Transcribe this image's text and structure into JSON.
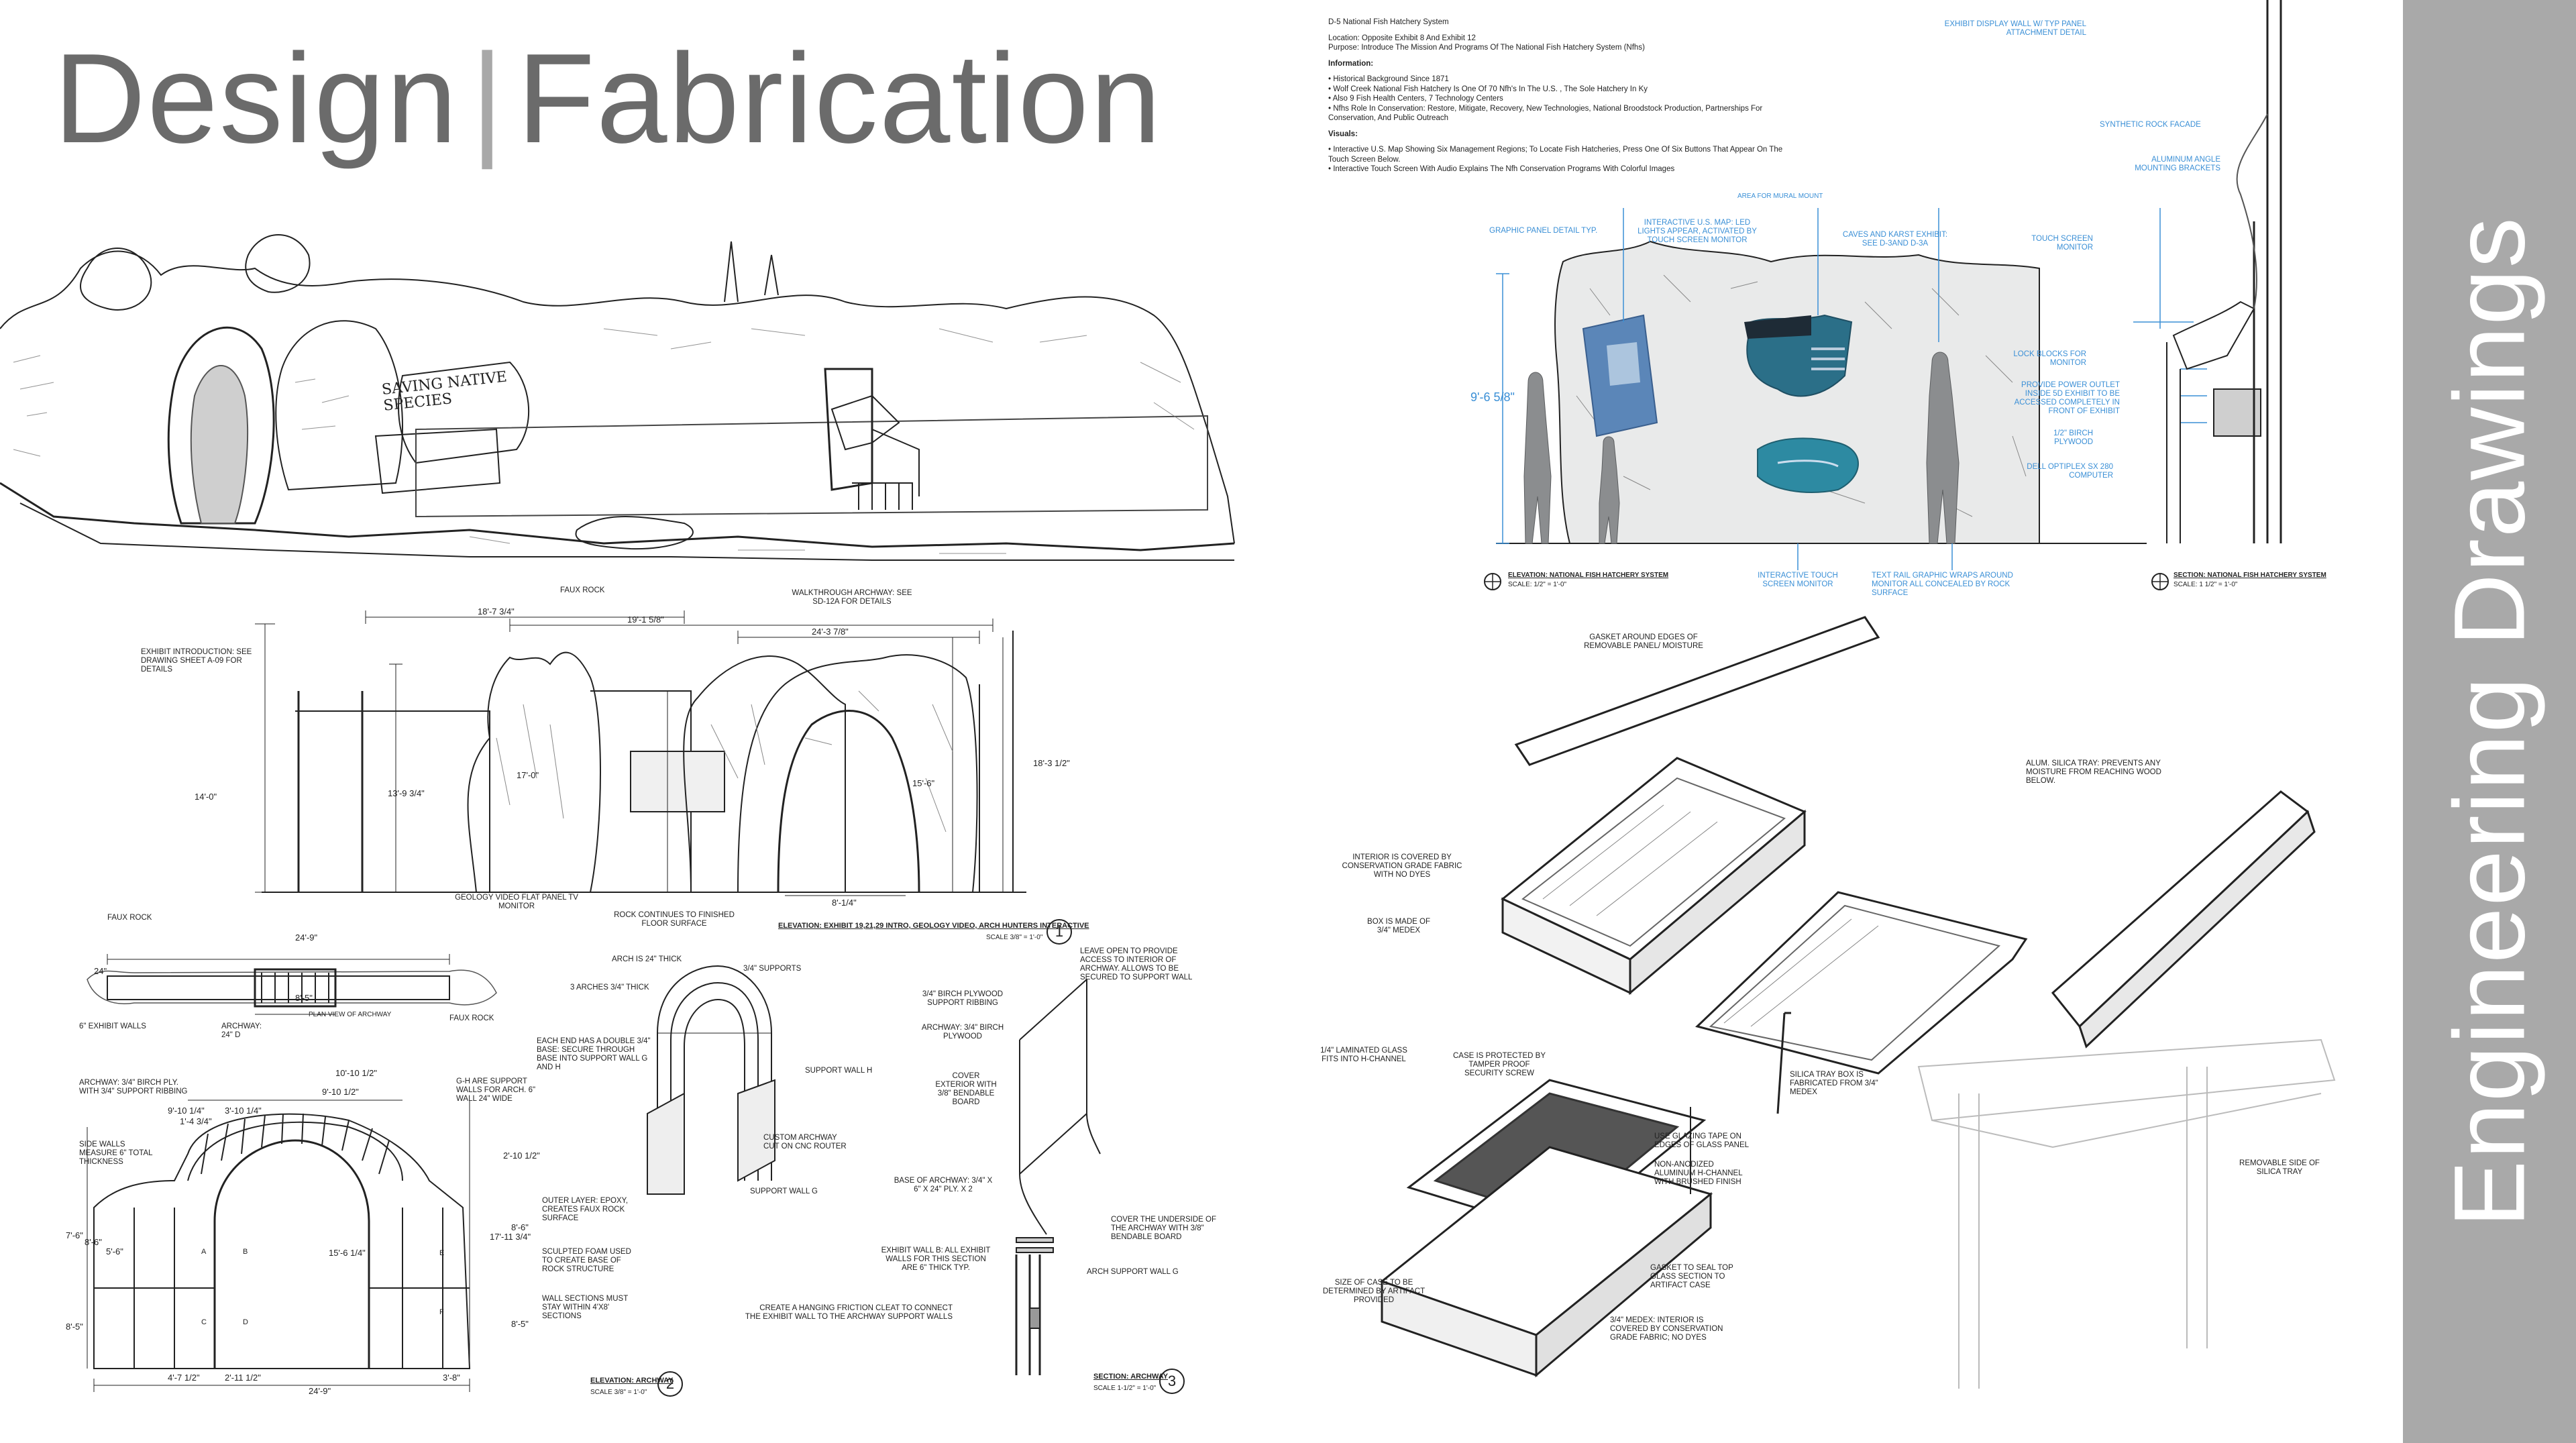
{
  "header": {
    "title_left": "Design",
    "separator": "|",
    "title_right": "Fabrication"
  },
  "sidebar": {
    "label": "Engineering Drawings"
  },
  "info": {
    "heading": "D-5 National Fish Hatchery System",
    "location": "Location:  Opposite Exhibit 8 And Exhibit 12",
    "purpose": "Purpose: Introduce The Mission And Programs Of The National Fish Hatchery System (Nfhs)",
    "information_label": "Information:",
    "information": [
      "• Historical Background Since 1871",
      "• Wolf Creek National Fish Hatchery Is One Of 70 Nfh's In The U.S. , The Sole Hatchery In Ky",
      "• Also 9 Fish Health Centers, 7 Technology Centers",
      "• Nfhs Role In Conservation: Restore, Mitigate, Recovery, New Technologies, National Broodstock Production, Partnerships For Conservation, And Public Outreach"
    ],
    "visuals_label": "Visuals:",
    "visuals": [
      "• Interactive U.S. Map Showing Six Management Regions; To Locate Fish Hatcheries, Press One Of Six Buttons That Appear On The Touch Screen Below.",
      "• Interactive Touch Screen With Audio Explains The Nfh Conservation Programs With Colorful Images"
    ]
  },
  "sketch": {
    "sign_text": "Saving NATIVE SPECIES"
  },
  "elevation1": {
    "labels": {
      "faux_rock": "FAUX ROCK",
      "walkthrough": "WALKTHROUGH ARCHWAY: SEE SD-12A FOR DETAILS",
      "exhibit_intro": "EXHIBIT INTRODUCTION: SEE DRAWING SHEET A-09 FOR DETAILS",
      "geology_video": "GEOLOGY VIDEO FLAT PANEL TV MONITOR",
      "rock_continues": "ROCK CONTINUES TO FINISHED FLOOR SURFACE"
    },
    "dims": {
      "d1": "18'-7 3/4\"",
      "d2": "19'-1 5/8\"",
      "d3": "24'-3 7/8\"",
      "d4": "14'-0\"",
      "d5": "13'-9 3/4\"",
      "d6": "17'-0\"",
      "d7": "15'-6\"",
      "d8": "18'-3 1/2\"",
      "d9": "8'-1/4\""
    },
    "title": "ELEVATION: EXHIBIT 19,21,29 INTRO, GEOLOGY VIDEO, ARCH HUNTERS INTERACTIVE",
    "scale": "SCALE 3/8\" = 1'-0\"",
    "number": "1"
  },
  "plan": {
    "labels": {
      "faux_rock_left": "FAUX ROCK",
      "faux_rock_right": "FAUX ROCK",
      "walls": "6\" EXHIBIT WALLS",
      "archway": "ARCHWAY: 24\" D",
      "plan_view": "PLAN VIEW OF ARCHWAY"
    },
    "dims": {
      "width": "24'-9\"",
      "depth": "24\"",
      "inner": "8'-5\""
    }
  },
  "elevation2": {
    "labels": {
      "archway_ply": "ARCHWAY: 3/4\" BIRCH PLY. WITH 3/4\" SUPPORT RIBBING",
      "side_walls": "SIDE WALLS MEASURE 6\" TOTAL THICKNESS",
      "g_h": "G-H ARE SUPPORT WALLS FOR ARCH. 6\" WALL 24\" WIDE",
      "outer_layer": "OUTER LAYER: EPOXY, CREATES FAUX ROCK SURFACE",
      "sculpted_foam": "SCULPTED FOAM USED TO CREATE BASE OF ROCK STRUCTURE",
      "wall_sections": "WALL SECTIONS MUST STAY WITHIN 4'X8' SECTIONS"
    },
    "dims": {
      "top": "10'-10 1/2\"",
      "a": "9'-10 1/2\"",
      "b": "9'-10 1/4\"",
      "c": "3'-10 1/4\"",
      "d": "1'-4 3/4\"",
      "e": "2'-10 1/2\"",
      "f": "7'-6\"",
      "g": "8'-6\"",
      "h": "5'-6\"",
      "i": "17'-11 3/4\"",
      "j": "15'-6 1/4\"",
      "k": "8'-6\"",
      "l": "8'-5\"",
      "m": "4'-7 1/2\"",
      "n": "2'-11 1/2\"",
      "o": "3'-8\"",
      "p": "24'-9\"",
      "q": "8'-5\""
    },
    "panel_letters": [
      "A",
      "B",
      "C",
      "D",
      "E",
      "F"
    ],
    "title": "ELEVATION: ARCHWAY",
    "scale": "SCALE 3/8\" = 1'-0\"",
    "number": "2"
  },
  "arch_iso": {
    "labels": {
      "arch_thick": "ARCH IS 24\" THICK",
      "arches_thick": "3 ARCHES 3/4\" THICK",
      "supports": "3/4\" SUPPORTS",
      "each_end": "EACH END HAS A DOUBLE 3/4\" BASE: SECURE THROUGH BASE INTO SUPPORT WALL G AND H",
      "support_h": "SUPPORT WALL H",
      "custom_arch": "CUSTOM ARCHWAY CUT ON CNC ROUTER",
      "support_g": "SUPPORT WALL G"
    }
  },
  "section3": {
    "labels": {
      "leave_open": "LEAVE OPEN TO PROVIDE ACCESS TO INTERIOR OF ARCHWAY. ALLOWS TO BE SECURED TO SUPPORT WALL",
      "birch_ribbing": "3/4\" BIRCH PLYWOOD SUPPORT RIBBING",
      "archway_ply": "ARCHWAY: 3/4\" BIRCH PLYWOOD",
      "cover_exterior": "COVER EXTERIOR WITH 3/8\" BENDABLE BOARD",
      "base_of_archway": "BASE OF ARCHWAY: 3/4\" X 6\" X 24\" PLY. X 2",
      "cover_underside": "COVER THE UNDERSIDE OF THE ARCHWAY WITH 3/8\" BENDABLE BOARD",
      "exhibit_wall": "EXHIBIT WALL B: ALL EXHIBIT WALLS FOR THIS SECTION ARE 6\" THICK TYP.",
      "arch_support_g": "ARCH SUPPORT WALL G",
      "hanging_friction": "CREATE A HANGING FRICTION CLEAT TO CONNECT THE EXHIBIT WALL TO THE ARCHWAY SUPPORT WALLS"
    },
    "title": "SECTION: ARCHWAY",
    "scale": "SCALE 1-1/2\" = 1'-0\"",
    "number": "3"
  },
  "color_elev": {
    "labels": {
      "exhibit_display_wall": "EXHIBIT DISPLAY WALL W/ TYP PANEL ATTACHMENT DETAIL",
      "synthetic_rock": "SYNTHETIC ROCK FACADE",
      "aluminum_brackets": "ALUMINUM ANGLE MOUNTING BRACKETS",
      "area_for_mural": "AREA FOR MURAL MOUNT",
      "graphic_panel": "GRAPHIC PANEL DETAIL TYP.",
      "interactive_map": "INTERACTIVE U.S. MAP: LED LIGHTS APPEAR, ACTIVATED BY TOUCH SCREEN MONITOR",
      "caves_karst": "CAVES AND KARST EXHIBIT: SEE D-3AND D-3A",
      "touch_screen": "TOUCH SCREEN MONITOR",
      "lock_blocks": "LOCK BLOCKS FOR MONITOR",
      "power_outlet": "PROVIDE POWER OUTLET INSIDE 5D EXHIBIT TO BE ACCESSED COMPLETELY IN FRONT OF EXHIBIT",
      "birch_plywood": "1/2\" BIRCH PLYWOOD",
      "dell_optiplex": "DELL OPTIPLEX SX 280 COMPUTER",
      "interactive_touch": "INTERACTIVE TOUCH SCREEN MONITOR",
      "text_rail": "TEXT RAIL GRAPHIC WRAPS AROUND MONITOR ALL CONCEALED BY ROCK SURFACE"
    },
    "height_dim": "9'-6 5/8\"",
    "elevation_title": "ELEVATION: NATIONAL FISH HATCHERY SYSTEM",
    "elevation_scale": "SCALE: 1/2\" = 1'-0\"",
    "section_title": "SECTION: NATIONAL FISH HATCHERY SYSTEM",
    "section_scale": "SCALE: 1 1/2\" = 1'-0\""
  },
  "case_iso": {
    "labels": {
      "gasket_around": "GASKET AROUND EDGES OF REMOVABLE PANEL/ MOISTURE",
      "alum_silica": "ALUM. SILICA TRAY: PREVENTS ANY MOISTURE FROM REACHING WOOD BELOW.",
      "interior_covered": "INTERIOR IS COVERED BY CONSERVATION GRADE FABRIC WITH NO DYES",
      "box_medex": "BOX IS MADE OF 3/4\" MEDEX",
      "laminated_glass": "1/4\" LAMINATED GLASS FITS INTO H-CHANNEL",
      "case_protected": "CASE IS PROTECTED BY TAMPER PROOF SECURITY SCREW",
      "silica_tray_box": "SILICA TRAY BOX IS FABRICATED FROM 3/4\" MEDEX",
      "glazing_tape": "USE GLAZING TAPE ON EDGES OF GLASS PANEL",
      "non_anodized": "NON-ANODIZED ALUMINUM H-CHANNEL WITH BRUSHED FINISH",
      "removable_side": "REMOVABLE SIDE OF SILICA TRAY",
      "size_of_case": "SIZE OF CASE TO BE DETERMINED BY ARTIFACT PROVIDED",
      "gasket_seal": "GASKET TO SEAL TOP GLASS SECTION TO ARTIFACT CASE",
      "medex_interior": "3/4\" MEDEX: INTERIOR IS COVERED BY CONSERVATION GRADE FABRIC; NO DYES"
    }
  },
  "colors": {
    "title_gray": "#6b6b6b",
    "sidebar_gray": "#a9a9a9",
    "annotation_blue": "#3a8fd6"
  }
}
